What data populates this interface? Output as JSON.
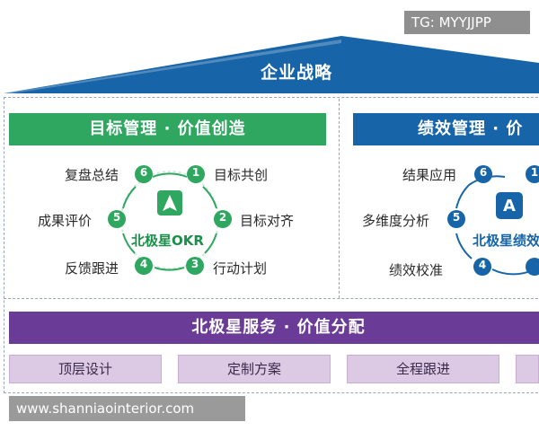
{
  "watermarks": {
    "top": "TG: MYYJJPP",
    "bottom": "www.shanniaointerior.com"
  },
  "roof": {
    "title": "企业战略",
    "color": "#1765a8"
  },
  "left_panel": {
    "header": "目标管理 · 价值创造",
    "header_color": "#2fa760",
    "center_label": "北极星OKR",
    "steps": [
      {
        "num": "1",
        "label": "目标共创"
      },
      {
        "num": "2",
        "label": "目标对齐"
      },
      {
        "num": "3",
        "label": "行动计划"
      },
      {
        "num": "4",
        "label": "反馈跟进"
      },
      {
        "num": "5",
        "label": "成果评价"
      },
      {
        "num": "6",
        "label": "复盘总结"
      }
    ]
  },
  "right_panel": {
    "header": "绩效管理 · 价",
    "header_color": "#1765a8",
    "center_label": "北极星绩效",
    "steps": [
      {
        "num": "1",
        "label": ""
      },
      {
        "num": "4",
        "label": "绩效校准"
      },
      {
        "num": "5",
        "label": "多维度分析"
      },
      {
        "num": "6",
        "label": "结果应用"
      }
    ]
  },
  "service_bar": {
    "title": "北极星服务 · 价值分配",
    "color": "#6a3c98",
    "items": [
      "顶层设计",
      "定制方案",
      "全程跟进"
    ]
  }
}
